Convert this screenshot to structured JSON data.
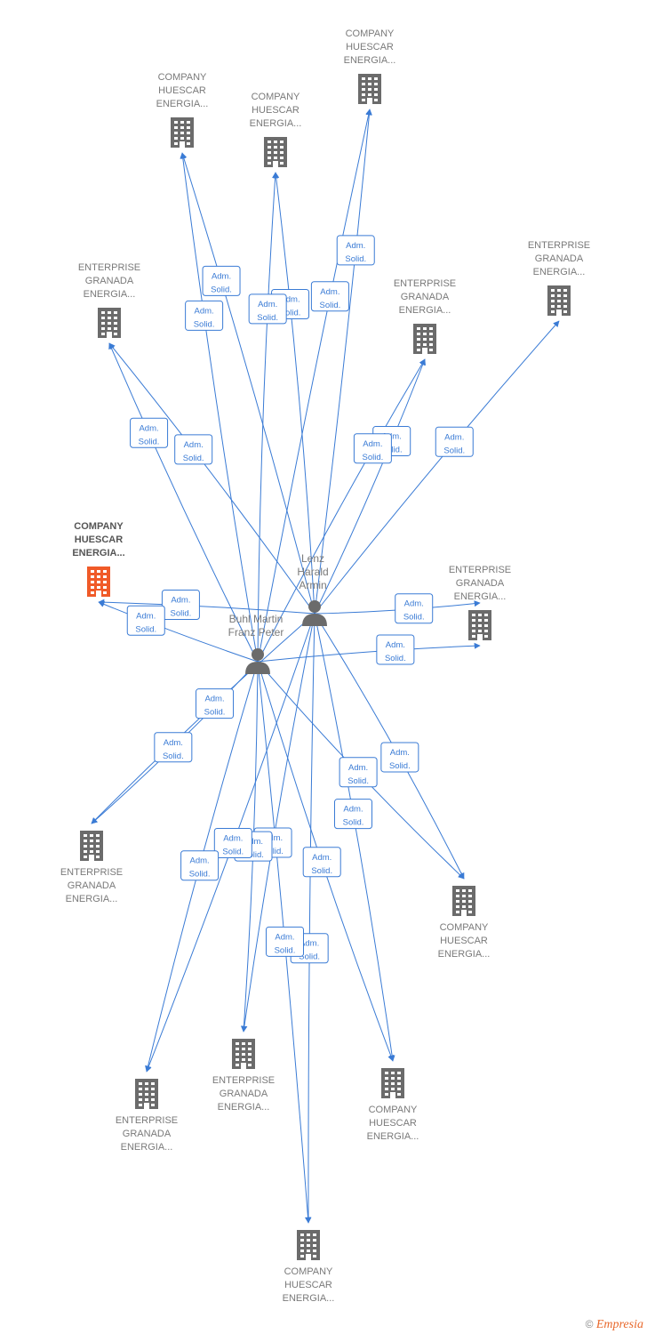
{
  "people": [
    {
      "id": "lenz",
      "name": [
        "Lenz",
        "Harald",
        "Armin"
      ]
    },
    {
      "id": "buhl",
      "name": [
        "Buhl Martin",
        "Franz Peter"
      ]
    }
  ],
  "companies": [
    {
      "id": "c1",
      "label": [
        "COMPANY",
        "HUESCAR",
        "ENERGIA..."
      ]
    },
    {
      "id": "c2",
      "label": [
        "COMPANY",
        "HUESCAR",
        "ENERGIA..."
      ]
    },
    {
      "id": "c3",
      "label": [
        "COMPANY",
        "HUESCAR",
        "ENERGIA..."
      ]
    },
    {
      "id": "c4",
      "label": [
        "ENTERPRISE",
        "GRANADA",
        "ENERGIA..."
      ]
    },
    {
      "id": "c5",
      "label": [
        "ENTERPRISE",
        "GRANADA",
        "ENERGIA..."
      ]
    },
    {
      "id": "c6",
      "label": [
        "ENTERPRISE",
        "GRANADA",
        "ENERGIA..."
      ]
    },
    {
      "id": "c7",
      "label": [
        "COMPANY",
        "HUESCAR",
        "ENERGIA..."
      ],
      "focus": true
    },
    {
      "id": "c8",
      "label": [
        "ENTERPRISE",
        "GRANADA",
        "ENERGIA..."
      ]
    },
    {
      "id": "c9",
      "label": [
        "ENTERPRISE",
        "GRANADA",
        "ENERGIA..."
      ]
    },
    {
      "id": "c10",
      "label": [
        "COMPANY",
        "HUESCAR",
        "ENERGIA..."
      ]
    },
    {
      "id": "c11",
      "label": [
        "ENTERPRISE",
        "GRANADA",
        "ENERGIA..."
      ]
    },
    {
      "id": "c12",
      "label": [
        "ENTERPRISE",
        "GRANADA",
        "ENERGIA..."
      ]
    },
    {
      "id": "c13",
      "label": [
        "COMPANY",
        "HUESCAR",
        "ENERGIA..."
      ]
    },
    {
      "id": "c14",
      "label": [
        "COMPANY",
        "HUESCAR",
        "ENERGIA..."
      ]
    }
  ],
  "edges": [
    {
      "from": "lenz",
      "to": "c1",
      "label": [
        "Adm.",
        "Solid."
      ]
    },
    {
      "from": "buhl",
      "to": "c1",
      "label": [
        "Adm.",
        "Solid."
      ]
    },
    {
      "from": "lenz",
      "to": "c2",
      "label": [
        "Adm.",
        "Solid."
      ]
    },
    {
      "from": "buhl",
      "to": "c2",
      "label": [
        "Adm.",
        "Solid."
      ]
    },
    {
      "from": "lenz",
      "to": "c3",
      "label": [
        "Adm.",
        "Solid."
      ]
    },
    {
      "from": "buhl",
      "to": "c3",
      "label": [
        "Adm.",
        "Solid."
      ]
    },
    {
      "from": "lenz",
      "to": "c4",
      "label": [
        "Adm.",
        "Solid."
      ]
    },
    {
      "from": "buhl",
      "to": "c4",
      "label": [
        "Adm.",
        "Solid."
      ]
    },
    {
      "from": "lenz",
      "to": "c5",
      "label": [
        "Adm.",
        "Solid."
      ]
    },
    {
      "from": "buhl",
      "to": "c5",
      "label": [
        "Adm.",
        "Solid."
      ]
    },
    {
      "from": "lenz",
      "to": "c6",
      "label": [
        "Adm.",
        "Solid."
      ]
    },
    {
      "from": "lenz",
      "to": "c7",
      "label": [
        "Adm.",
        "Solid."
      ]
    },
    {
      "from": "buhl",
      "to": "c7",
      "label": [
        "Adm.",
        "Solid."
      ]
    },
    {
      "from": "lenz",
      "to": "c8",
      "label": [
        "Adm.",
        "Solid."
      ]
    },
    {
      "from": "buhl",
      "to": "c8",
      "label": [
        "Adm.",
        "Solid."
      ]
    },
    {
      "from": "lenz",
      "to": "c9",
      "label": [
        "Adm.",
        "Solid."
      ]
    },
    {
      "from": "buhl",
      "to": "c9",
      "label": [
        "Adm.",
        "Solid."
      ]
    },
    {
      "from": "lenz",
      "to": "c10",
      "label": [
        "Adm.",
        "Solid."
      ]
    },
    {
      "from": "buhl",
      "to": "c10",
      "label": [
        "Adm.",
        "Solid."
      ]
    },
    {
      "from": "lenz",
      "to": "c11",
      "label": [
        "Adm.",
        "Solid."
      ]
    },
    {
      "from": "buhl",
      "to": "c11",
      "label": [
        "Adm.",
        "Solid."
      ]
    },
    {
      "from": "lenz",
      "to": "c12",
      "label": [
        "Adm.",
        "Solid."
      ]
    },
    {
      "from": "buhl",
      "to": "c12",
      "label": [
        "Adm.",
        "Solid."
      ]
    },
    {
      "from": "lenz",
      "to": "c13",
      "label": [
        "Adm.",
        "Solid."
      ]
    },
    {
      "from": "buhl",
      "to": "c13",
      "label": [
        "Adm.",
        "Solid."
      ]
    },
    {
      "from": "lenz",
      "to": "c14",
      "label": [
        "Adm.",
        "Solid."
      ]
    },
    {
      "from": "buhl",
      "to": "c14",
      "label": [
        "Adm.",
        "Solid."
      ]
    }
  ],
  "colors": {
    "edge": "#3a7bd5",
    "building": "#6b6b6b",
    "focus_building": "#f05a28",
    "person": "#6b6b6b"
  },
  "icons": {
    "company": "building-icon",
    "person": "person-icon"
  },
  "footer": {
    "copyright": "©",
    "brand": "Empresia"
  }
}
